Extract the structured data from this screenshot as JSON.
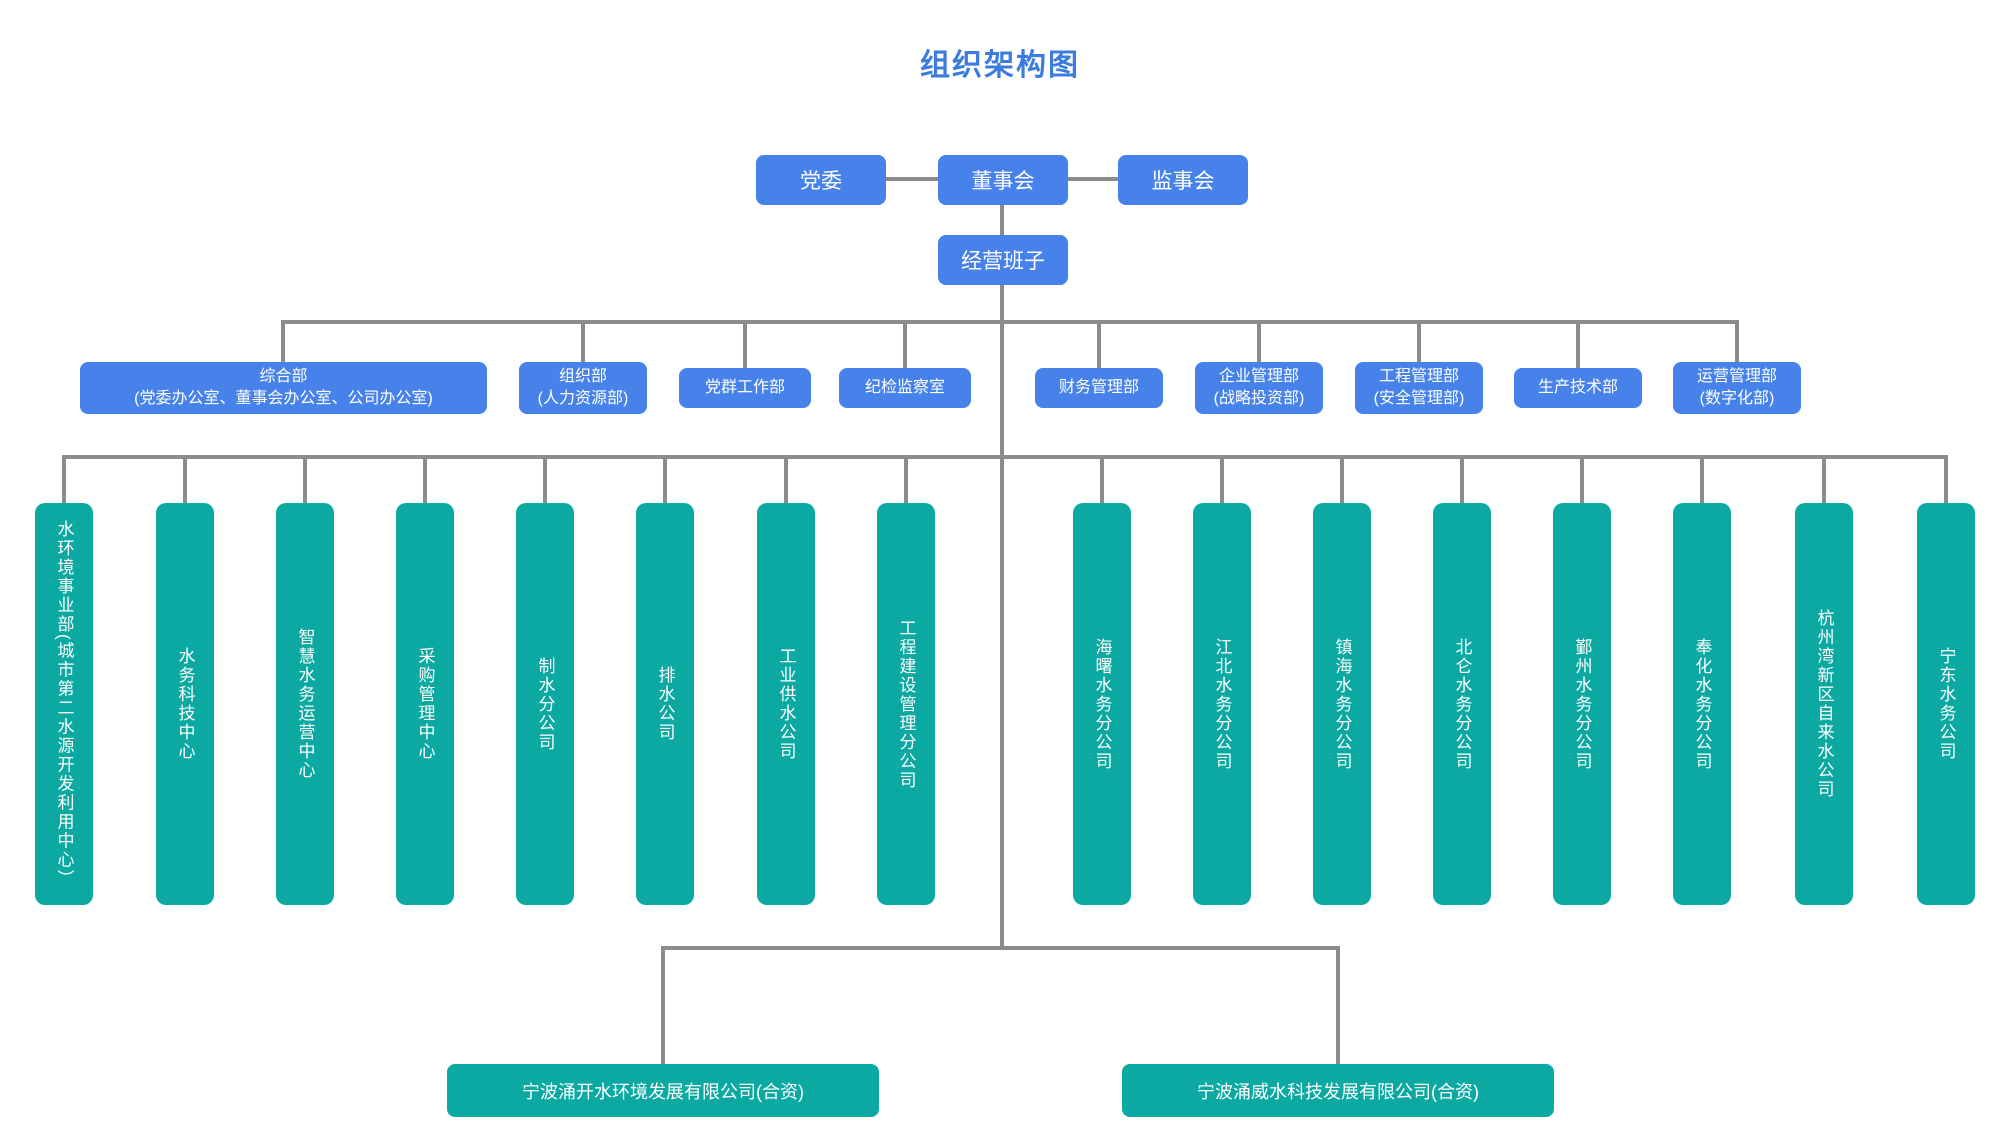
{
  "title": "组织架构图",
  "colors": {
    "node_blue": "#4682e9",
    "node_teal": "#0ba9a2",
    "connector_gray": "#8c8c8c",
    "title_blue": "#3c7cdf",
    "text_white": "#ffffff"
  },
  "governance": [
    {
      "label": "党委"
    },
    {
      "label": "董事会"
    },
    {
      "label": "监事会"
    }
  ],
  "management": {
    "label": "经营班子"
  },
  "departments": [
    {
      "name": "综合部",
      "sub": "(党委办公室、董事会办公室、公司办公室)"
    },
    {
      "name": "组织部",
      "sub": "(人力资源部)"
    },
    {
      "name": "党群工作部",
      "sub": ""
    },
    {
      "name": "纪检监察室",
      "sub": ""
    },
    {
      "name": "财务管理部",
      "sub": ""
    },
    {
      "name": "企业管理部",
      "sub": "(战略投资部)"
    },
    {
      "name": "工程管理部",
      "sub": "(安全管理部)"
    },
    {
      "name": "生产技术部",
      "sub": ""
    },
    {
      "name": "运营管理部",
      "sub": "(数字化部)"
    }
  ],
  "units": [
    "水环境事业部(城市第二水源开发利用中心）",
    "水务科技中心",
    "智慧水务运营中心",
    "采购管理中心",
    "制水分公司",
    "排水公司",
    "工业供水公司",
    "工程建设管理分公司",
    "海曙水务分公司",
    "江北水务分公司",
    "镇海水务分公司",
    "北仑水务分公司",
    "鄞州水务分公司",
    "奉化水务分公司",
    "杭州湾新区自来水公司",
    "宁东水务公司"
  ],
  "joint_ventures": [
    "宁波涌开水环境发展有限公司(合资)",
    "宁波涌威水科技发展有限公司(合资)"
  ]
}
